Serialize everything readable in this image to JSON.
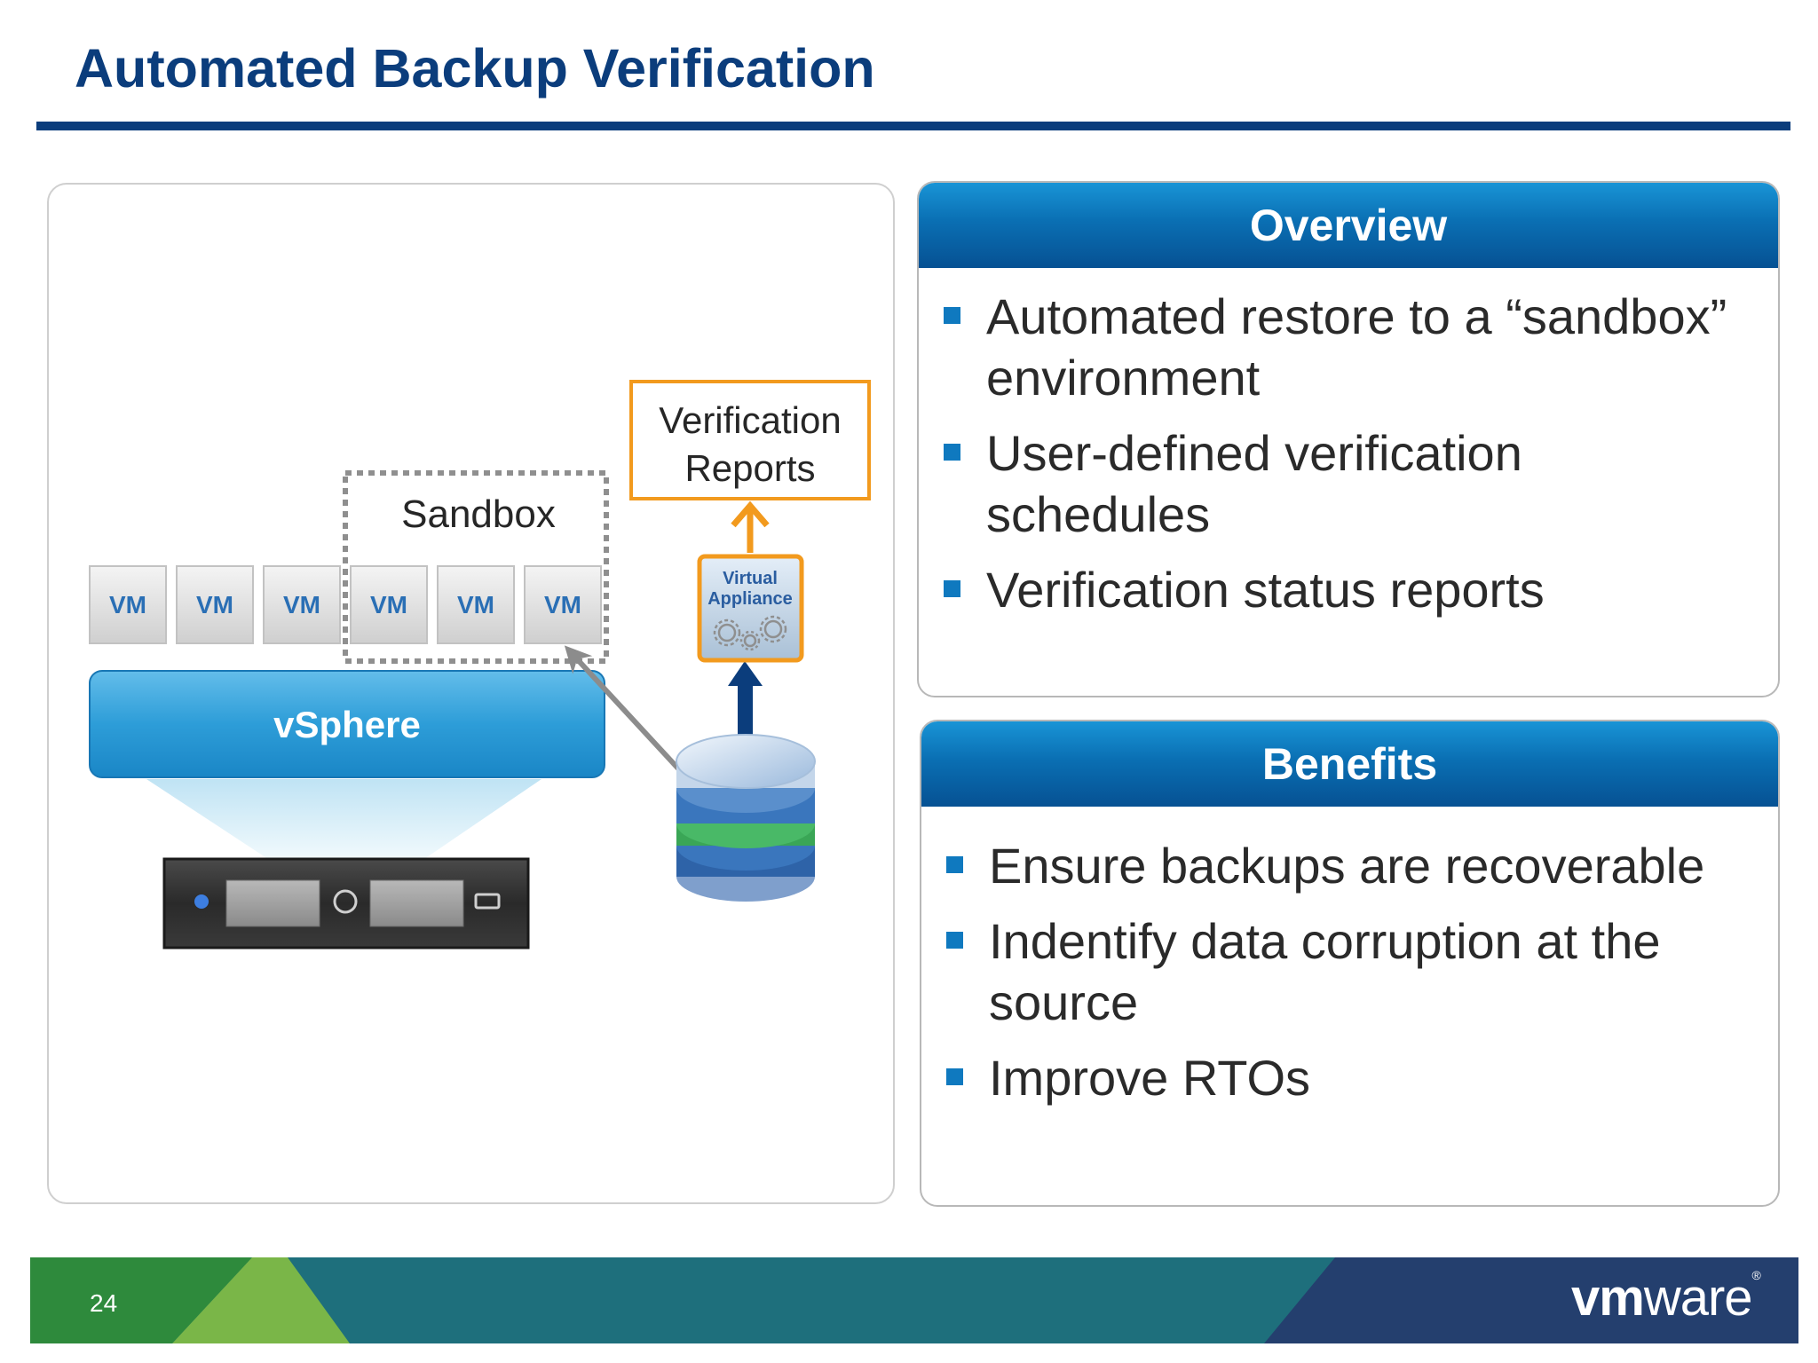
{
  "slide": {
    "title": "Automated Backup Verification",
    "page_number": "24"
  },
  "diagram": {
    "vm_label": "VM",
    "vm_count": 6,
    "sandbox_label": "Sandbox",
    "platform_label": "vSphere",
    "reports_label_line1": "Verification",
    "reports_label_line2": "Reports",
    "appliance_label_line1": "Virtual",
    "appliance_label_line2": "Appliance"
  },
  "overview": {
    "header": "Overview",
    "items": [
      [
        "Automated restore to a “sandbox”",
        "environment"
      ],
      [
        "User-defined verification",
        "schedules"
      ],
      [
        "Verification status reports"
      ]
    ]
  },
  "benefits": {
    "header": "Benefits",
    "items": [
      [
        "Ensure backups are recoverable"
      ],
      [
        "Indentify data corruption at the",
        "source"
      ],
      [
        "Improve RTOs"
      ]
    ]
  },
  "brand": {
    "logo_bold": "vm",
    "logo_light": "ware",
    "registered": "®"
  },
  "colors": {
    "title_blue": "#0b3d7c",
    "header_blue": "#0a6fb3",
    "bullet_blue": "#0f79bf",
    "accent_orange": "#f29a1e",
    "vm_text_blue": "#2a6fb5",
    "footer_green": "#2e8a3c",
    "footer_light_green": "#7ab648",
    "footer_teal": "#1e6f7c",
    "footer_navy": "#243f6e"
  }
}
